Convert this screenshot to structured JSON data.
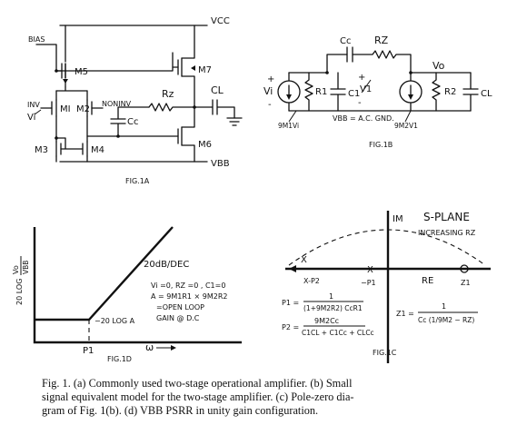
{
  "fig1a": {
    "vcc": "VCC",
    "vbb": "VBB",
    "bias": "BIAS",
    "m5": "M5",
    "m7": "M7",
    "m1": "MI",
    "m2": "M2",
    "m3": "M3",
    "m4": "M4",
    "m6": "M6",
    "inv": "INV",
    "vi": "Vi",
    "noninv": "NONINV",
    "rz": "Rz",
    "cl": "CL",
    "cc": "Cc",
    "caption": "FIG.1A"
  },
  "fig1b": {
    "cc": "Cc",
    "rz": "RZ",
    "vo": "Vo",
    "vi": "Vi",
    "plus": "+",
    "minus": "-",
    "r1": "R1",
    "c1": "C1",
    "v1": "V1",
    "r2": "R2",
    "cl": "CL",
    "vbb_note": "VBB = A.C. GND.",
    "gm1": "9M1Vi",
    "gm2": "9M2V1",
    "caption": "FIG.1B"
  },
  "fig1d": {
    "ylabel_pre": "20 LOG",
    "ylabel_num": "Vo",
    "ylabel_den": "VBB",
    "slope": "20dB/DEC",
    "eq1": "Vi =0, RZ =0 , C1=0",
    "eq2": "A = 9M1R1 × 9M2R2",
    "eq3": "=OPEN LOOP",
    "eq4": "GAIN @ D.C",
    "level": "−20 LOG A",
    "p1": "P1",
    "omega": "ω",
    "caption": "FIG.1D"
  },
  "fig1c": {
    "im": "IM",
    "title": "S-PLANE",
    "increasing": "INCREASING RZ",
    "x_marker": "X",
    "xp2": "X-P2",
    "neg_p1": "−P1",
    "re": "RE",
    "z1": "Z1",
    "p1_lhs": "P1 =",
    "p1_num": "1",
    "p1_den": "(1+9M2R2) CcR1",
    "p2_lhs": "P2 =",
    "p2_num": "9M2Cc",
    "p2_den": "C1CL + C1Cc + CLCc",
    "z1_lhs": "Z1 =",
    "z1_num": "1",
    "z1_den": "Cc (1/9M2 − RZ)",
    "caption": "FIG.1C"
  },
  "caption": {
    "line1": "Fig. 1.  (a) Commonly used two-stage operational amplifier. (b) Small",
    "line2": "signal equivalent model for the two-stage amplifier. (c) Pole-zero dia-",
    "line3": "gram of Fig. 1(b). (d) VBB PSRR in unity gain configuration."
  }
}
